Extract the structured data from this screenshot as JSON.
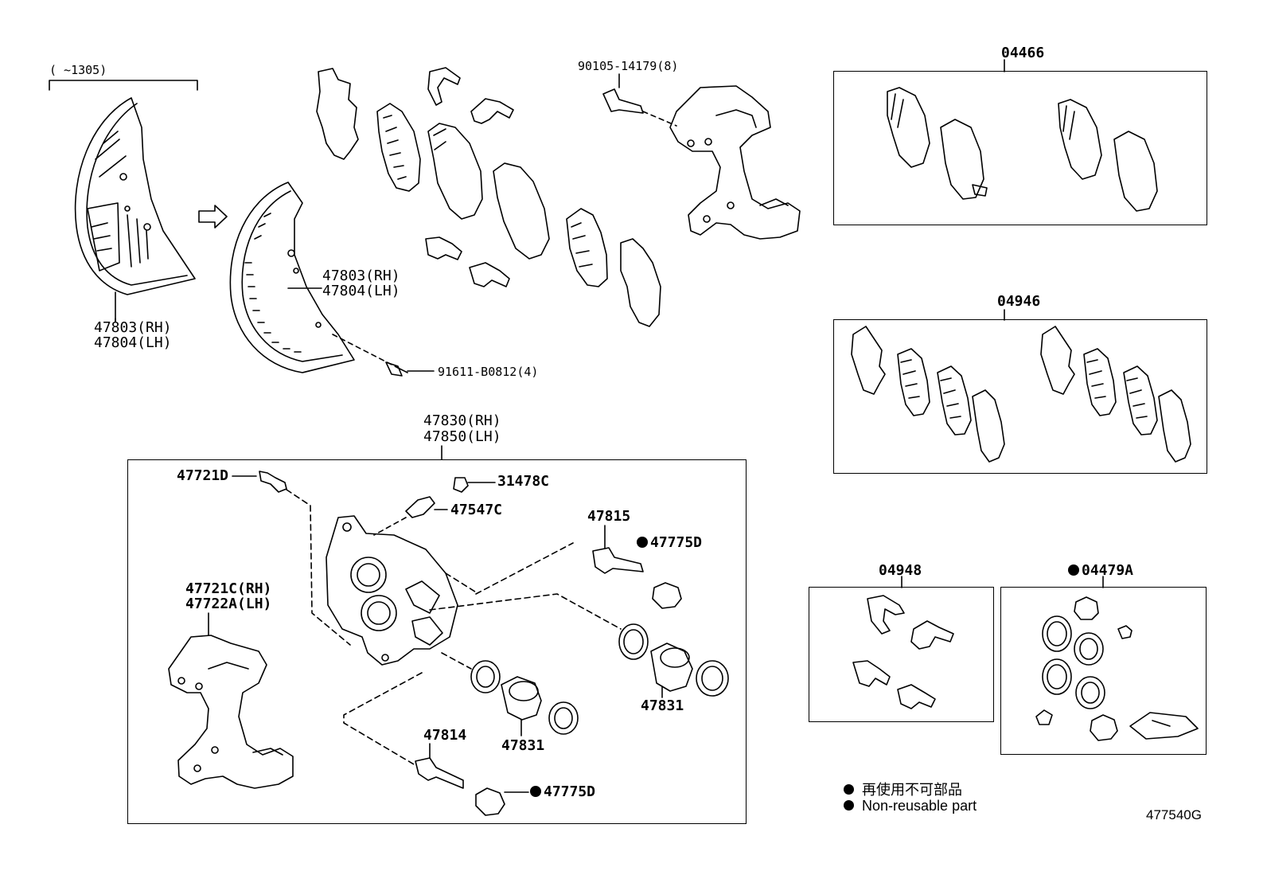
{
  "date_note": "(    ~1305)",
  "shield_old": {
    "rh": "47803(RH)",
    "lh": "47804(LH)"
  },
  "shield_new": {
    "rh": "47803(RH)",
    "lh": "47804(LH)"
  },
  "screw": "91611-B0812(4)",
  "bolt_top": "90105-14179(8)",
  "caliper_assy": {
    "rh": "47830(RH)",
    "lh": "47850(LH)"
  },
  "parts": {
    "p47721D": "47721D",
    "p31478C": "31478C",
    "p47547C": "47547C",
    "p47815": "47815",
    "p47775D_top": "47775D",
    "p47721C": "47721C(RH)",
    "p47722A": "47722A(LH)",
    "p47831_right": "47831",
    "p47831_left": "47831",
    "p47814": "47814",
    "p47775D_bottom": "47775D"
  },
  "kits": {
    "k04466": "04466",
    "k04946": "04946",
    "k04948": "04948",
    "k04479A": "04479A"
  },
  "legend": {
    "jp": "再使用不可部品",
    "en": "Non-reusable part"
  },
  "figure_code": "477540G"
}
